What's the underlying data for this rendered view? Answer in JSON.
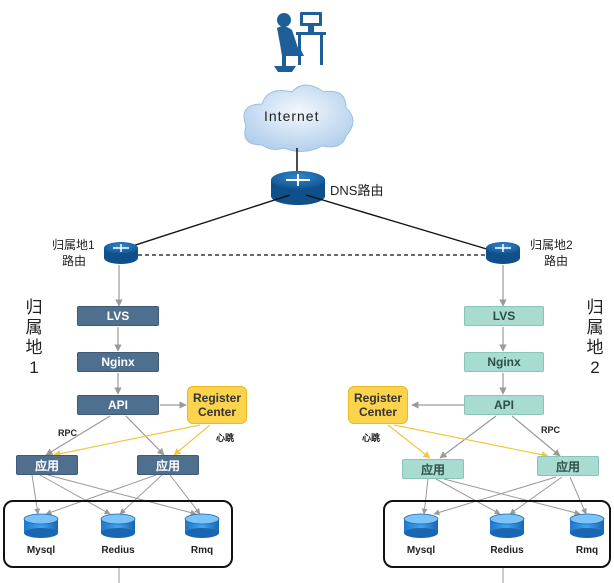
{
  "internet": "Internet",
  "dns": "DNS路由",
  "left": {
    "router": [
      "归属地1",
      "路由"
    ],
    "vertical": [
      "归",
      "属",
      "地",
      "1"
    ],
    "lvs": "LVS",
    "nginx": "Nginx",
    "api": "API",
    "register": [
      "Register",
      "Center"
    ],
    "rpc": "RPC",
    "heartbeat": "心跳",
    "app": "应用",
    "dbs": [
      "Mysql",
      "Redius",
      "Rmq"
    ]
  },
  "right": {
    "router": [
      "归属地2",
      "路由"
    ],
    "vertical": [
      "归",
      "属",
      "地",
      "2"
    ],
    "lvs": "LVS",
    "nginx": "Nginx",
    "api": "API",
    "register": [
      "Register",
      "Center"
    ],
    "rpc": "RPC",
    "heartbeat": "心跳",
    "app": "应用",
    "dbs": [
      "Mysql",
      "Redius",
      "Rmq"
    ]
  },
  "colors": {
    "left_box": "#4f6f8f",
    "right_box": "#a8dcd1",
    "register": "#fcd34d",
    "router": "#1f5f99",
    "arrow": "#9a9a9a",
    "heartbeat_arrow": "#f2c744"
  }
}
